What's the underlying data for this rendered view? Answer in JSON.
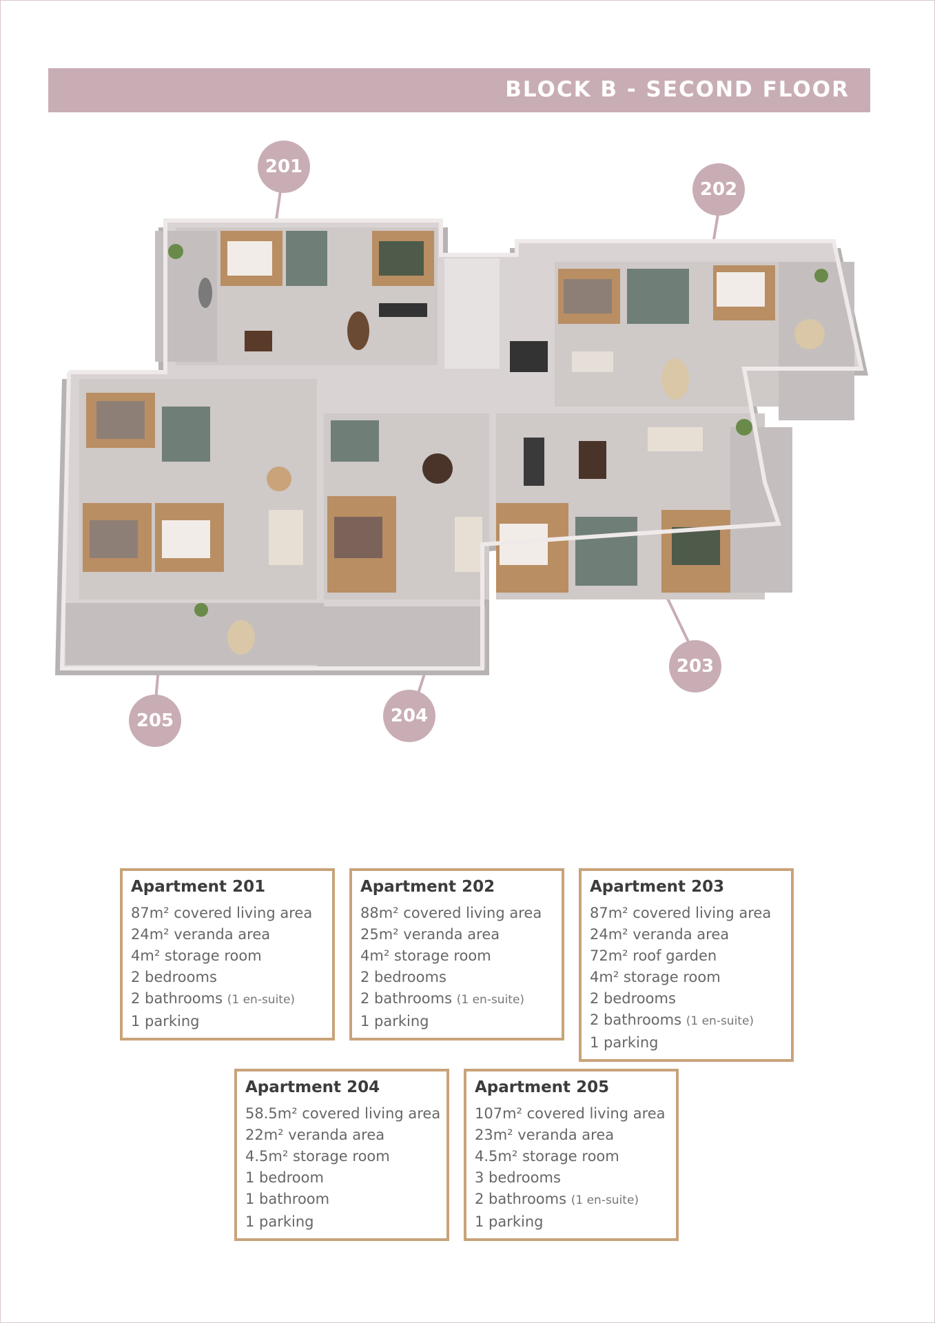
{
  "header": {
    "title": "BLOCK B - SECOND FLOOR"
  },
  "colors": {
    "accent_pink": "#c9adb4",
    "card_border": "#c8a37a"
  },
  "markers": [
    {
      "id": "201",
      "label": "201"
    },
    {
      "id": "202",
      "label": "202"
    },
    {
      "id": "203",
      "label": "203"
    },
    {
      "id": "204",
      "label": "204"
    },
    {
      "id": "205",
      "label": "205"
    }
  ],
  "apartments": [
    {
      "title": "Apartment 201",
      "lines": [
        "87m² covered living area",
        "24m² veranda area",
        "4m² storage room",
        "2 bedrooms"
      ],
      "bath": "2 bathrooms",
      "bath_note": "(1 en-suite)",
      "parking": "1 parking"
    },
    {
      "title": "Apartment 202",
      "lines": [
        "88m² covered living area",
        "25m² veranda area",
        "4m² storage room",
        "2 bedrooms"
      ],
      "bath": "2 bathrooms",
      "bath_note": "(1 en-suite)",
      "parking": "1 parking"
    },
    {
      "title": "Apartment 203",
      "lines": [
        "87m² covered living area",
        "24m² veranda area",
        "72m² roof garden",
        "4m² storage room",
        "2 bedrooms"
      ],
      "bath": "2 bathrooms",
      "bath_note": "(1 en-suite)",
      "parking": "1 parking"
    },
    {
      "title": "Apartment 204",
      "lines": [
        "58.5m² covered living area",
        "22m² veranda area",
        "4.5m² storage room",
        "1 bedroom"
      ],
      "bath": "1 bathroom",
      "bath_note": "",
      "parking": "1 parking"
    },
    {
      "title": "Apartment 205",
      "lines": [
        "107m² covered living area",
        "23m² veranda area",
        "4.5m² storage room",
        "3 bedrooms"
      ],
      "bath": "2 bathrooms",
      "bath_note": "(1 en-suite)",
      "parking": "1 parking"
    }
  ]
}
